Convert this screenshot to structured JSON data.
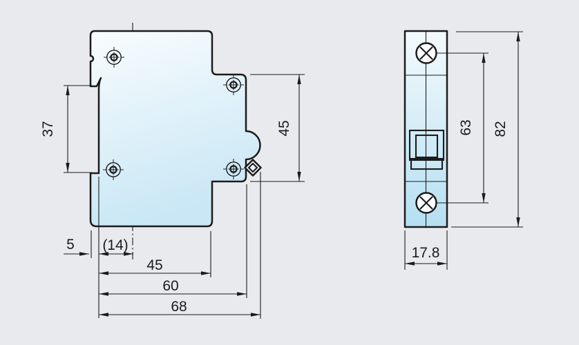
{
  "drawing": {
    "kind": "technical-dimension-drawing",
    "subject": "din-rail-circuit-breaker-outline",
    "colors": {
      "background": "#e8eaed",
      "line": "#1b1b1b",
      "side_body_top": "#f8fcfe",
      "side_body_bottom": "#c9e7f5",
      "front_body_top": "#f4fafd",
      "front_body_bottom": "#b5dff2",
      "screw_fill": "#fdfeff",
      "diamond_fill": "#f2f9fc"
    },
    "side_view": {
      "dims": {
        "recess_height": "37",
        "section_height": "45",
        "recess_depth": "5",
        "center_offset": "(14)",
        "depth_a": "45",
        "depth_b": "60",
        "depth_c": "68"
      }
    },
    "front_view": {
      "dims": {
        "screw_pitch": "63",
        "overall_height": "82",
        "width": "17.8"
      }
    }
  }
}
